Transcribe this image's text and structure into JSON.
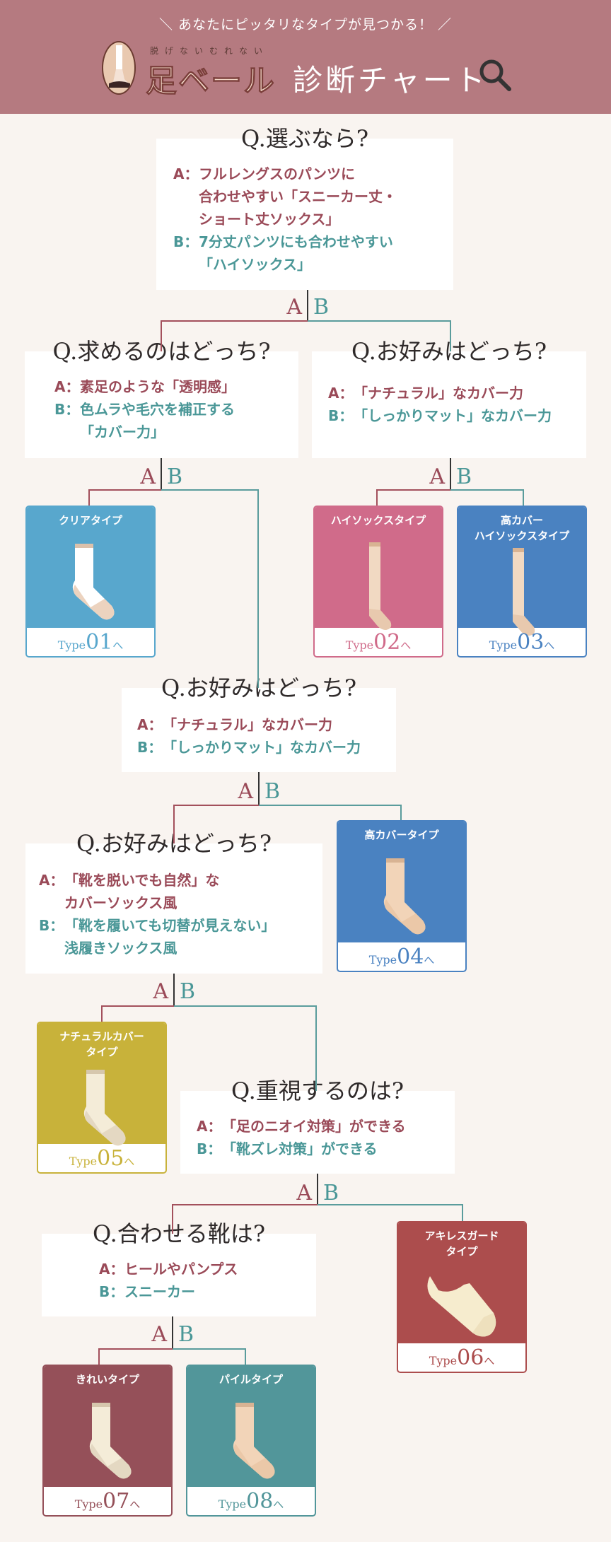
{
  "header": {
    "subtitle": "＼ あなたにピッタリなタイプが見つかる！ ／",
    "logo_small": "脱げないむれない",
    "logo_main": "足ベール",
    "title": "診断チャート"
  },
  "branch": {
    "a": "A",
    "b": "B"
  },
  "questions": [
    {
      "title": "Q.選ぶなら?",
      "a_key": "A：",
      "a": "フルレングスのパンツに\n合わせやすい「スニーカー丈・\nショート丈ソックス」",
      "b_key": "B：",
      "b": "7分丈パンツにも合わせやすい\n「ハイソックス」"
    },
    {
      "title": "Q.求めるのはどっち?",
      "a_key": "A：",
      "a": "素足のような「透明感」",
      "b_key": "B：",
      "b": "色ムラや毛穴を補正する\n「カバー力」"
    },
    {
      "title": "Q.お好みはどっち?",
      "a_key": "A：",
      "a": "「ナチュラル」なカバー力",
      "b_key": "B：",
      "b": "「しっかりマット」なカバー力"
    },
    {
      "title": "Q.お好みはどっち?",
      "a_key": "A：",
      "a": "「ナチュラル」なカバー力",
      "b_key": "B：",
      "b": "「しっかりマット」なカバー力"
    },
    {
      "title": "Q.お好みはどっち?",
      "a_key": "A：",
      "a": "「靴を脱いでも自然」な\nカバーソックス風",
      "b_key": "B：",
      "b": "「靴を履いても切替が見えない」\n浅履きソックス風"
    },
    {
      "title": "Q.重視するのは?",
      "a_key": "A：",
      "a": "「足のニオイ対策」ができる",
      "b_key": "B：",
      "b": "「靴ズレ対策」ができる"
    },
    {
      "title": "Q.合わせる靴は?",
      "a_key": "A：",
      "a": "ヒールやパンプス",
      "b_key": "B：",
      "b": "スニーカー"
    }
  ],
  "types": [
    {
      "name": "クリアタイプ",
      "type_label": "Type",
      "number": "01",
      "suffix": "へ",
      "color": "#58a7cd",
      "sock": "crew-white"
    },
    {
      "name": "ハイソックスタイプ",
      "type_label": "Type",
      "number": "02",
      "suffix": "へ",
      "color": "#d06b8a",
      "sock": "high"
    },
    {
      "name": "高カバー\nハイソックスタイプ",
      "type_label": "Type",
      "number": "03",
      "suffix": "へ",
      "color": "#4a82c1",
      "sock": "high"
    },
    {
      "name": "高カバータイプ",
      "type_label": "Type",
      "number": "04",
      "suffix": "へ",
      "color": "#4a82c1",
      "sock": "crew"
    },
    {
      "name": "ナチュラルカバー\nタイプ",
      "type_label": "Type",
      "number": "05",
      "suffix": "へ",
      "color": "#c8b23a",
      "sock": "crew-light"
    },
    {
      "name": "アキレスガード\nタイプ",
      "type_label": "Type",
      "number": "06",
      "suffix": "へ",
      "color": "#ac4d4d",
      "sock": "noshow"
    },
    {
      "name": "きれいタイプ",
      "type_label": "Type",
      "number": "07",
      "suffix": "へ",
      "color": "#955059",
      "sock": "crew-light"
    },
    {
      "name": "パイルタイプ",
      "type_label": "Type",
      "number": "08",
      "suffix": "へ",
      "color": "#52969a",
      "sock": "crew"
    }
  ],
  "colors": {
    "header": "#b57a80",
    "a": "#9a4a58",
    "b": "#4a9797",
    "line_a": "#a3505c",
    "line_b": "#5a9c9c"
  }
}
